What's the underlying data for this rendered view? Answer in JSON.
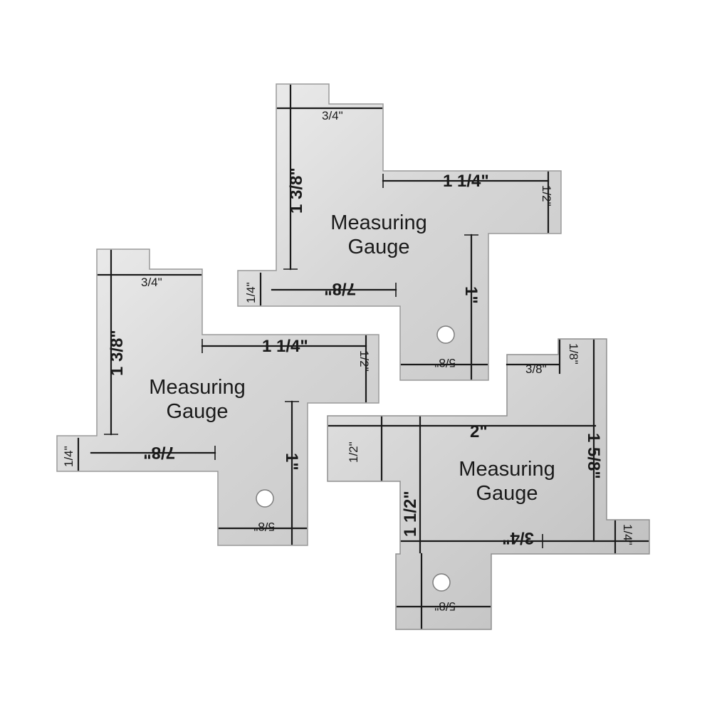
{
  "gauges": [
    {
      "title_line1": "Measuring",
      "title_line2": "Gauge",
      "marks": {
        "top_notch": "3/4\"",
        "left_edge": "1 3/8\"",
        "right_top": "1 1/4\"",
        "right_side": "1/2\"",
        "left_tab": "1/4\"",
        "left_arm": "7/8\"",
        "center_vertical": "1\"",
        "bottom": "5/8\""
      }
    },
    {
      "title_line1": "Measuring",
      "title_line2": "Gauge",
      "marks": {
        "top_notch": "3/4\"",
        "left_edge": "1 3/8\"",
        "right_top": "1 1/4\"",
        "right_side": "1/2\"",
        "left_tab": "1/4\"",
        "left_arm": "7/8\"",
        "center_vertical": "1\"",
        "bottom": "5/8\""
      }
    },
    {
      "title_line1": "Measuring",
      "title_line2": "Gauge",
      "marks": {
        "top_small": "3/8\"",
        "top_right": "1/8\"",
        "top_width": "2\"",
        "left_side": "1/2\"",
        "right_side": "1 5/8\"",
        "left_vertical": "1 1/2\"",
        "center_arm": "3/4\"",
        "right_tab": "1/4\"",
        "bottom": "5/8\""
      }
    }
  ],
  "colors": {
    "background": "#ffffff",
    "metal": "#d9d9d9",
    "ink": "#1a1a1a"
  }
}
